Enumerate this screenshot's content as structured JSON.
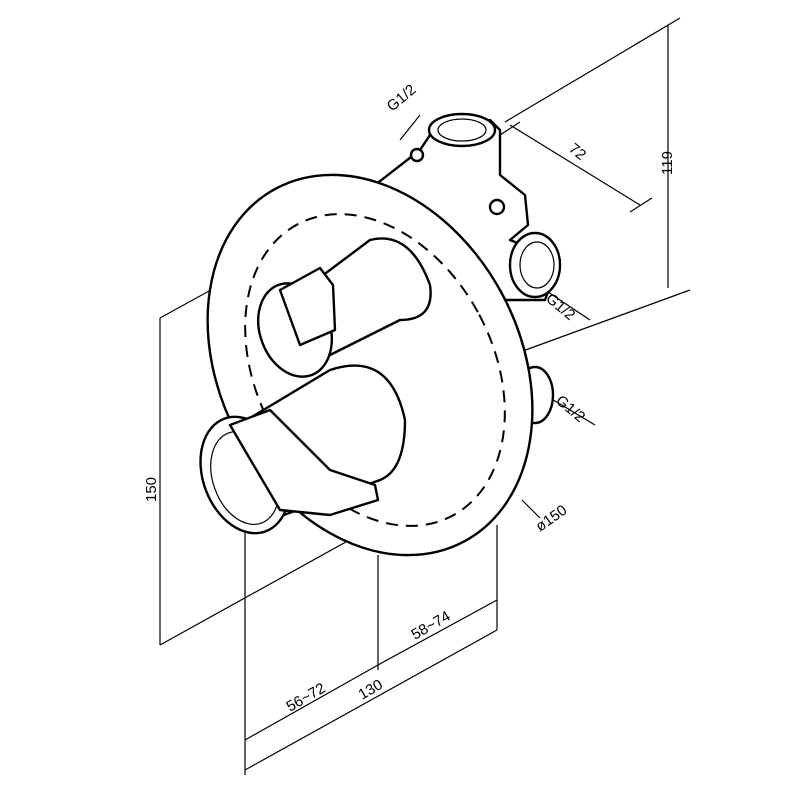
{
  "drawing": {
    "thread_top": "G1/2",
    "thread_side": "G1/2",
    "thread_bottom": "G1/2",
    "depth_body": "72",
    "height_body": "119",
    "plate_height": "150",
    "plate_diameter": "ø150",
    "depth_plate_range": "58~74",
    "total_depth": "130",
    "handle_depth_range": "56~72"
  }
}
